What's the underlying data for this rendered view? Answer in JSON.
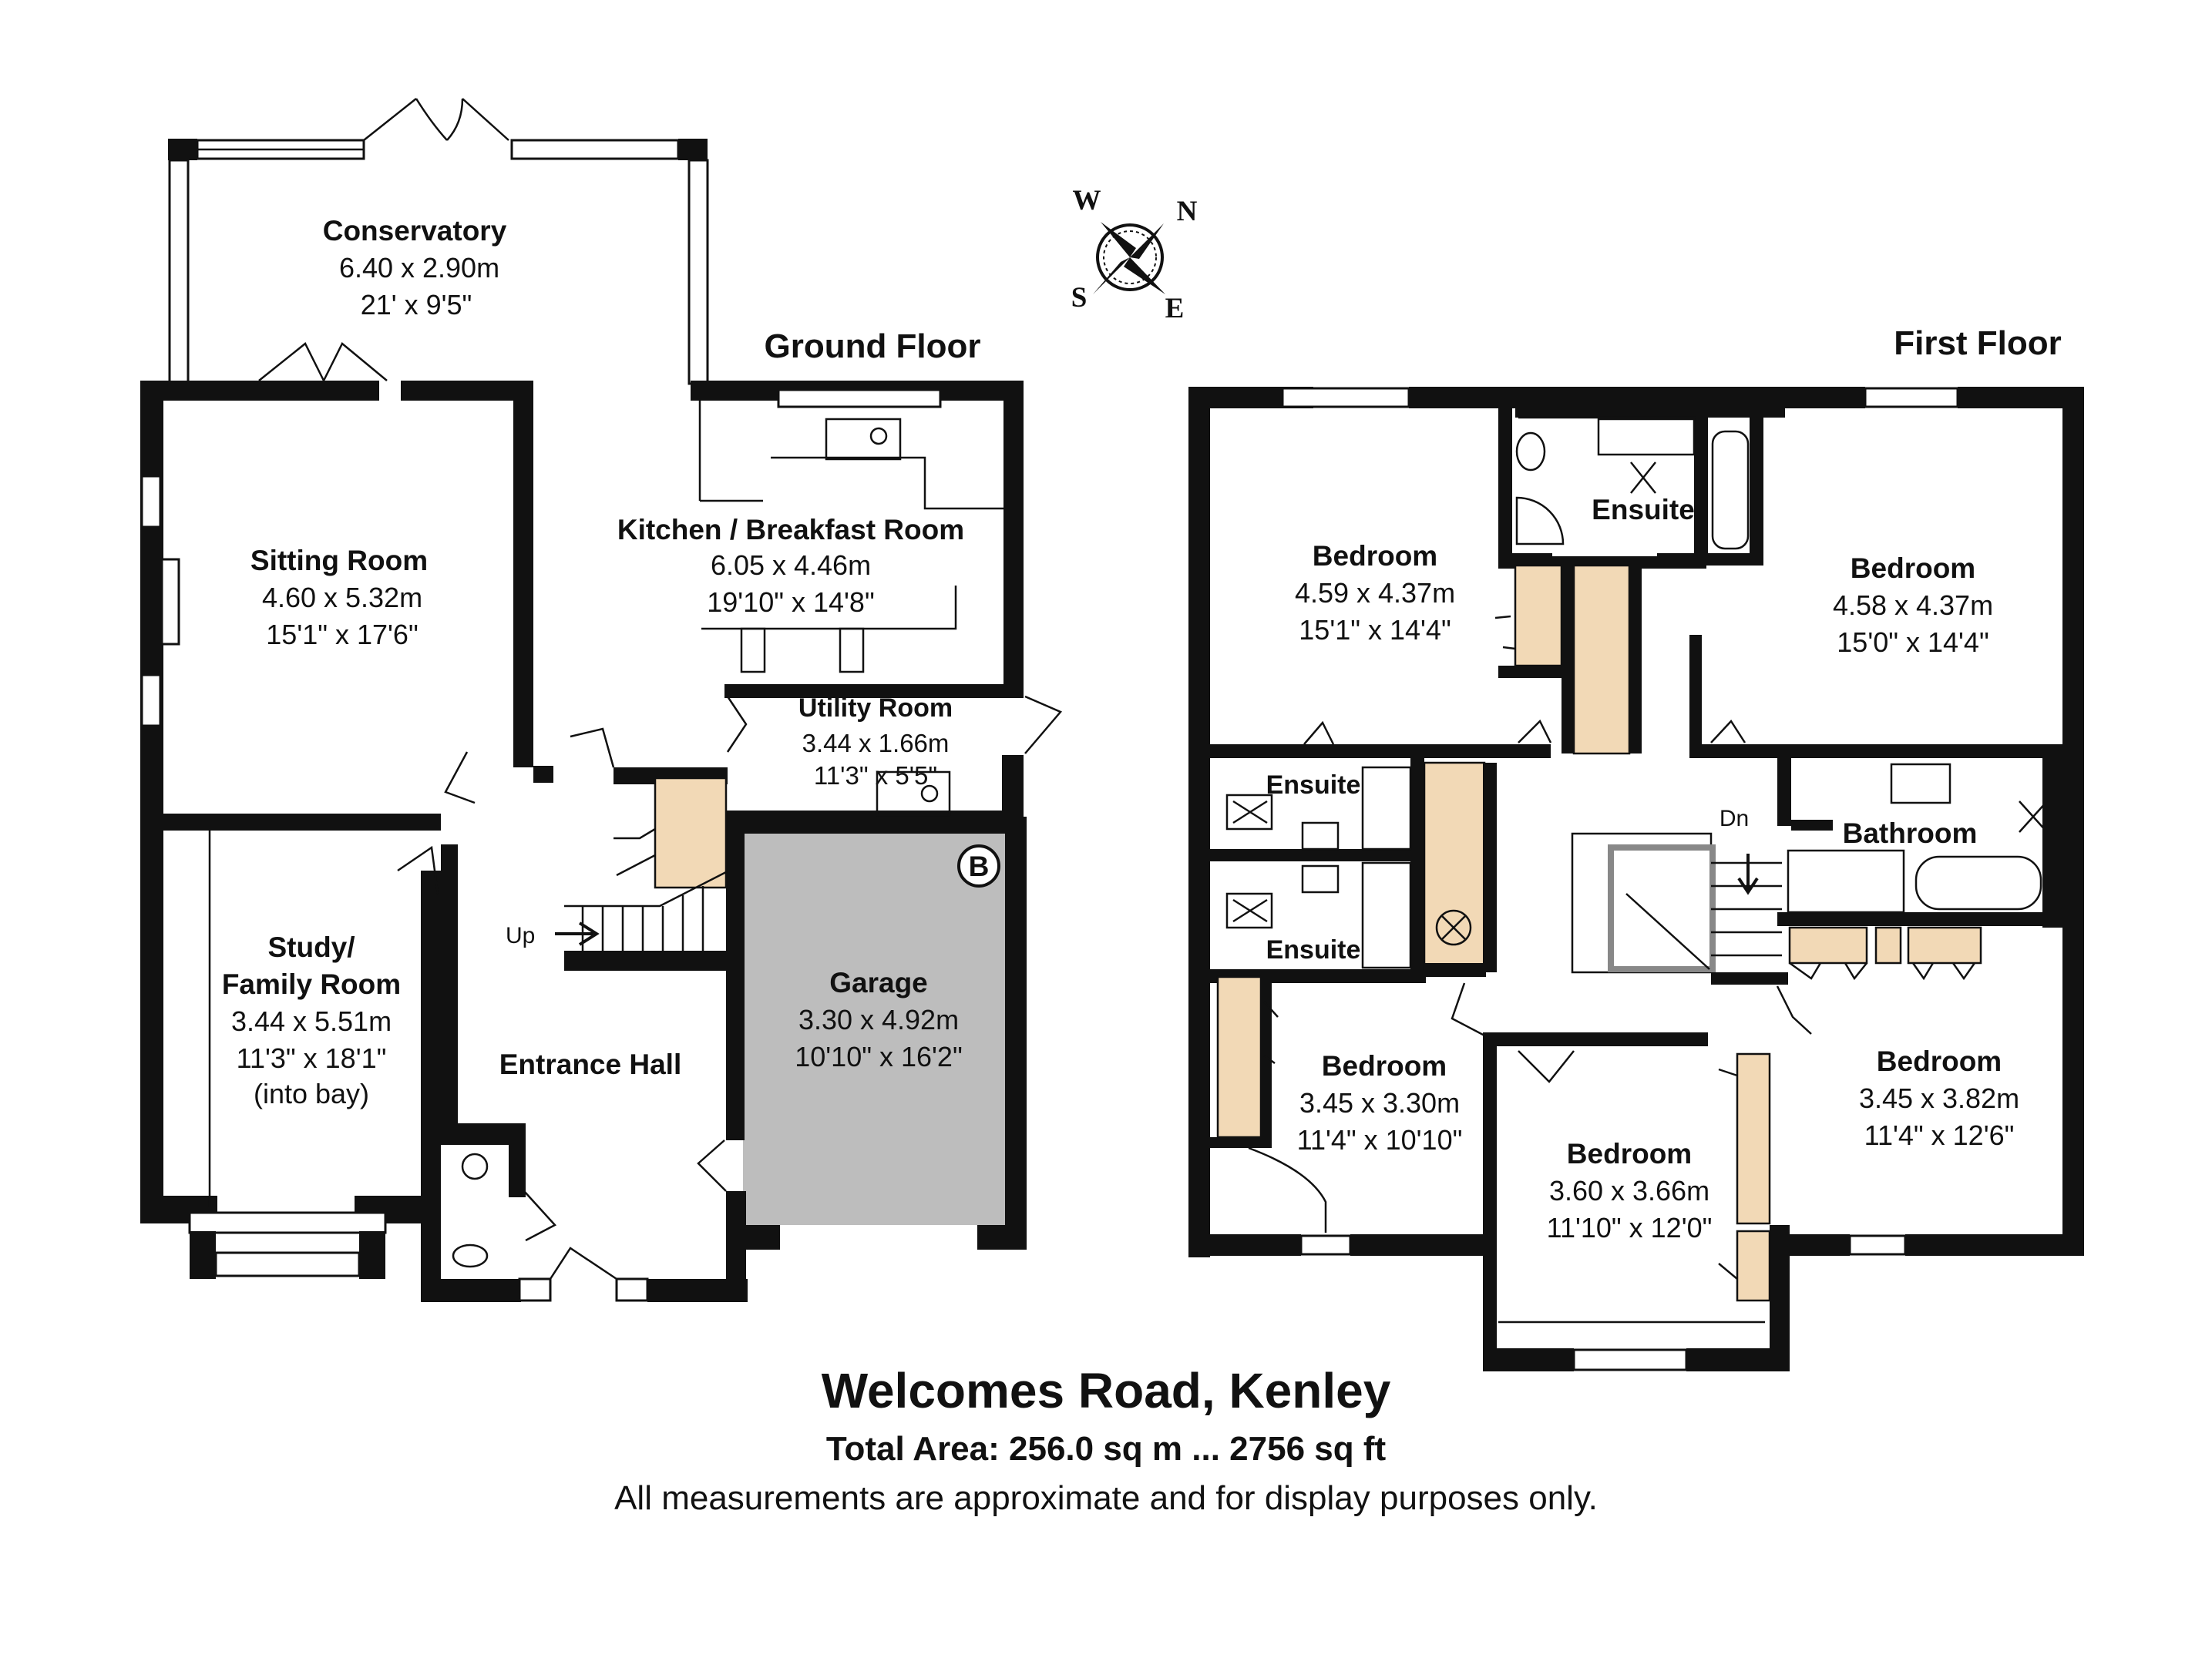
{
  "compass": {
    "n": "N",
    "s": "S",
    "e": "E",
    "w": "W",
    "icon": "compass-rose-icon"
  },
  "ground_floor": {
    "title": "Ground Floor",
    "conservatory": {
      "name": "Conservatory",
      "metric": "6.40 x 2.90m",
      "imperial": "21' x 9'5\""
    },
    "sitting_room": {
      "name": "Sitting Room",
      "metric": "4.60 x 5.32m",
      "imperial": "15'1\" x 17'6\""
    },
    "kitchen": {
      "name": "Kitchen / Breakfast Room",
      "metric": "6.05 x 4.46m",
      "imperial": "19'10\" x 14'8\""
    },
    "utility": {
      "name": "Utility Room",
      "metric": "3.44 x 1.66m",
      "imperial": "11'3\" x 5'5\""
    },
    "study": {
      "name_line1": "Study/",
      "name_line2": "Family Room",
      "metric": "3.44 x 5.51m",
      "imperial": "11'3\" x 18'1\"",
      "note": "(into bay)"
    },
    "entrance_hall": {
      "name": "Entrance Hall"
    },
    "garage": {
      "name": "Garage",
      "metric": "3.30 x 4.92m",
      "imperial": "10'10\" x 16'2\"",
      "badge": "B",
      "fill": "#bdbdbd"
    },
    "stairs_label": "Up"
  },
  "first_floor": {
    "title": "First Floor",
    "bedroom_nw": {
      "name": "Bedroom",
      "metric": "4.59 x 4.37m",
      "imperial": "15'1\" x 14'4\""
    },
    "bedroom_ne": {
      "name": "Bedroom",
      "metric": "4.58 x 4.37m",
      "imperial": "15'0\" x 14'4\""
    },
    "ensuite_top": {
      "name": "Ensuite"
    },
    "ensuite_mid": {
      "name": "Ensuite"
    },
    "ensuite_low": {
      "name": "Ensuite"
    },
    "bathroom": {
      "name": "Bathroom"
    },
    "bedroom_sw": {
      "name": "Bedroom",
      "metric": "3.45 x 3.30m",
      "imperial": "11'4\" x 10'10\""
    },
    "bedroom_s": {
      "name": "Bedroom",
      "metric": "3.60 x 3.66m",
      "imperial": "11'10\" x 12'0\""
    },
    "bedroom_se": {
      "name": "Bedroom",
      "metric": "3.45 x 3.82m",
      "imperial": "11'4\" x 12'6\""
    },
    "stairs_label": "Dn"
  },
  "footer": {
    "title": "Welcomes Road, Kenley",
    "area": "Total Area: 256.0 sq m ... 2756 sq ft",
    "note": "All measurements are approximate and for display purposes only."
  },
  "colors": {
    "wall": "#111111",
    "cupboard": "#f2d9b6",
    "garage": "#bdbdbd"
  }
}
